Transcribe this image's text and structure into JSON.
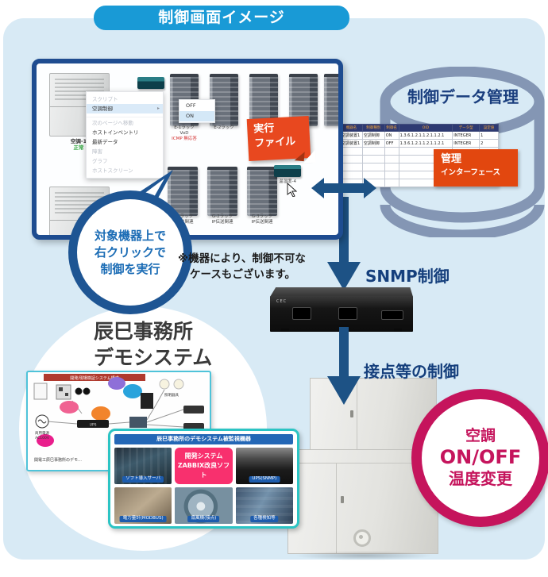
{
  "page": {
    "title": "制御画面イメージ"
  },
  "monitor": {
    "ac_units": [
      {
        "name": "空調-1",
        "status": "正常"
      }
    ],
    "top_racks": [
      {
        "label": "E-1ラック",
        "sub": "VoD",
        "alert": "ICMP 無応答"
      },
      {
        "label": "E-2ラック"
      }
    ],
    "bottom_racks": [
      {
        "label": "G-1ラック",
        "sub": "IP伝送関連"
      },
      {
        "label": "G-2ラック",
        "sub": "IP伝送関連"
      },
      {
        "label": "G-3ラック",
        "sub": "IP伝送関連"
      }
    ],
    "sensor_label": "温湿度-4",
    "context_menu": {
      "items": [
        {
          "label": "スクリプト",
          "state": "disabled"
        },
        {
          "label": "空調制御",
          "state": "highlighted"
        },
        {
          "label": "次のページへ移動",
          "state": "disabled"
        },
        {
          "label": "ホストインベントリ",
          "state": "normal"
        },
        {
          "label": "最新データ",
          "state": "normal"
        },
        {
          "label": "障害",
          "state": "disabled"
        },
        {
          "label": "グラフ",
          "state": "disabled"
        },
        {
          "label": "ホストスクリーン",
          "state": "disabled"
        }
      ],
      "submenu": [
        {
          "label": "OFF",
          "state": "normal"
        },
        {
          "label": "ON",
          "state": "highlighted"
        }
      ]
    },
    "exec_label": {
      "line1": "実行",
      "line2": "ファイル"
    }
  },
  "bubble": {
    "lines": [
      "対象機器上で",
      "右クリックで",
      "制御を実行"
    ]
  },
  "note": {
    "line1": "※機器により、制御不可な",
    "line2": "ケースもございます。"
  },
  "database": {
    "title": "制御データ管理",
    "table": {
      "headers": [
        "機器名",
        "制御種別",
        "制御名",
        "OID",
        "データ型",
        "設定値"
      ],
      "rows": [
        [
          "空調装置1",
          "空調制御",
          "ON",
          "1.3.6.1.2.1.1.2.1.1.2.1",
          "INTEGER",
          "1"
        ],
        [
          "空調装置1",
          "空調制御",
          "OFF",
          "1.3.6.1.2.1.1.2.1.1.2.1",
          "INTEGER",
          "2"
        ]
      ]
    },
    "interface_label": {
      "line1": "管理",
      "line2": "インターフェース"
    }
  },
  "flow": {
    "snmp_label": "SNMP制御",
    "contact_label": "接点等の制御"
  },
  "device": {
    "brand": "CEC"
  },
  "aircon_badge": {
    "lines": [
      "空調",
      "ON/OFF",
      "温度変更"
    ]
  },
  "demo": {
    "title_line1": "辰巳事務所",
    "title_line2": "デモシステム",
    "diagram": {
      "title": "開発/現場検証システム構成",
      "power": "商用電源",
      "power2": "AC100V",
      "ups": "UPS",
      "light": "照明器具",
      "caption": "関電工辰巳事務所のデモ…"
    },
    "photos": {
      "header": "辰巳事務所のデモシステム被監視機器",
      "cells": [
        {
          "type": "photo",
          "label": "ソフト導入サーバ"
        },
        {
          "type": "card",
          "line1": "開発システム",
          "line2": "ZABBIX改良ソフト"
        },
        {
          "type": "photo",
          "label": "UPS(SNMP)"
        },
        {
          "type": "photo",
          "label": "電力量計(MODBUS)"
        },
        {
          "type": "photo",
          "label": "扇風機(接点)"
        },
        {
          "type": "photo",
          "label": "各種検知等"
        }
      ]
    }
  },
  "colors": {
    "banner_blue": "#199AD6",
    "panel_bg": "#D8EAF5",
    "navy": "#1D5285",
    "alert_red": "#E8481F",
    "mgmt_orange": "#E2470F",
    "badge_pink": "#C5145C",
    "card_pink": "#F8306E",
    "teal_border": "#2BC4C4",
    "photo_header_blue": "#2467B6",
    "status_green": "#2FA43C",
    "cylinder_gray_blue": "#8496B4"
  }
}
